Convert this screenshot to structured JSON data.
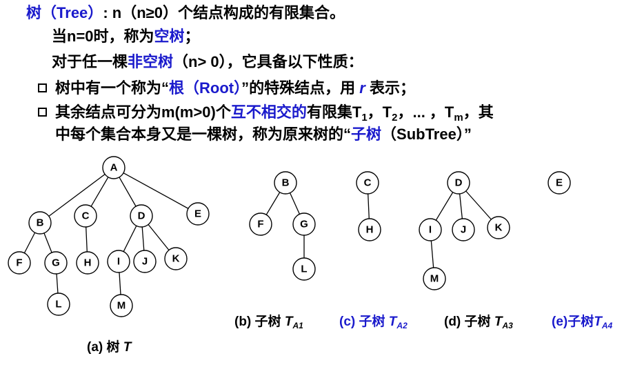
{
  "definition": {
    "term": "树",
    "paren_open": "（",
    "term_en": "Tree",
    "paren_close": "）",
    "rest": ": n（n≥0）个结点构成的有限集合。"
  },
  "empty_case": {
    "prefix": "当n=0时，称为",
    "term": "空树",
    "suffix": "；"
  },
  "nonempty_case": {
    "prefix": "对于任一棵",
    "term": "非空树",
    "suffix": "（n> 0），它具备以下性质："
  },
  "bullet1": {
    "prefix": "树中有一个称为“",
    "term": "根（Root）",
    "middle": "”的特殊结点，用",
    "symbol": "r",
    "suffix": "表示；"
  },
  "bullet2": {
    "prefix": "其余结点可分为m(m>0)个",
    "term": "互不相交的",
    "middle": "有限集T",
    "sub1": "1",
    "sep1": "，T",
    "sub2": "2",
    "sep2": "，... ，T",
    "subm": "m",
    "suffix": "，其",
    "line2_prefix": "中每个集合本身又是一棵树，称为原来树的“",
    "line2_term": "子树",
    "line2_suffix": "（SubTree）”"
  },
  "trees": {
    "main": {
      "nodes": [
        "A",
        "B",
        "C",
        "D",
        "E",
        "F",
        "G",
        "H",
        "I",
        "J",
        "K",
        "L",
        "M"
      ],
      "edges": [
        [
          "A",
          "B"
        ],
        [
          "A",
          "C"
        ],
        [
          "A",
          "D"
        ],
        [
          "A",
          "E"
        ],
        [
          "B",
          "F"
        ],
        [
          "B",
          "G"
        ],
        [
          "G",
          "L"
        ],
        [
          "C",
          "H"
        ],
        [
          "D",
          "I"
        ],
        [
          "D",
          "J"
        ],
        [
          "D",
          "K"
        ],
        [
          "I",
          "M"
        ]
      ]
    },
    "t1": {
      "nodes": [
        "B",
        "F",
        "G",
        "L"
      ],
      "edges": [
        [
          "B",
          "F"
        ],
        [
          "B",
          "G"
        ],
        [
          "G",
          "L"
        ]
      ]
    },
    "t2": {
      "nodes": [
        "C",
        "H"
      ],
      "edges": [
        [
          "C",
          "H"
        ]
      ]
    },
    "t3": {
      "nodes": [
        "D",
        "I",
        "J",
        "K",
        "M"
      ],
      "edges": [
        [
          "D",
          "I"
        ],
        [
          "D",
          "J"
        ],
        [
          "D",
          "K"
        ],
        [
          "I",
          "M"
        ]
      ]
    },
    "t4": {
      "nodes": [
        "E"
      ],
      "edges": []
    }
  },
  "captions": {
    "a": {
      "label": "(a) 树",
      "var": "T",
      "sub": ""
    },
    "b": {
      "label": "(b) 子树",
      "var": "T",
      "sub": "A1"
    },
    "c": {
      "label": "(c) 子树",
      "var": "T",
      "sub": "A2"
    },
    "d": {
      "label": "(d) 子树",
      "var": "T",
      "sub": "A3"
    },
    "e": {
      "label": "(e)子树",
      "var": "T",
      "sub": "A4"
    }
  },
  "colors": {
    "accent": "#1a1acc",
    "text": "#000000"
  }
}
